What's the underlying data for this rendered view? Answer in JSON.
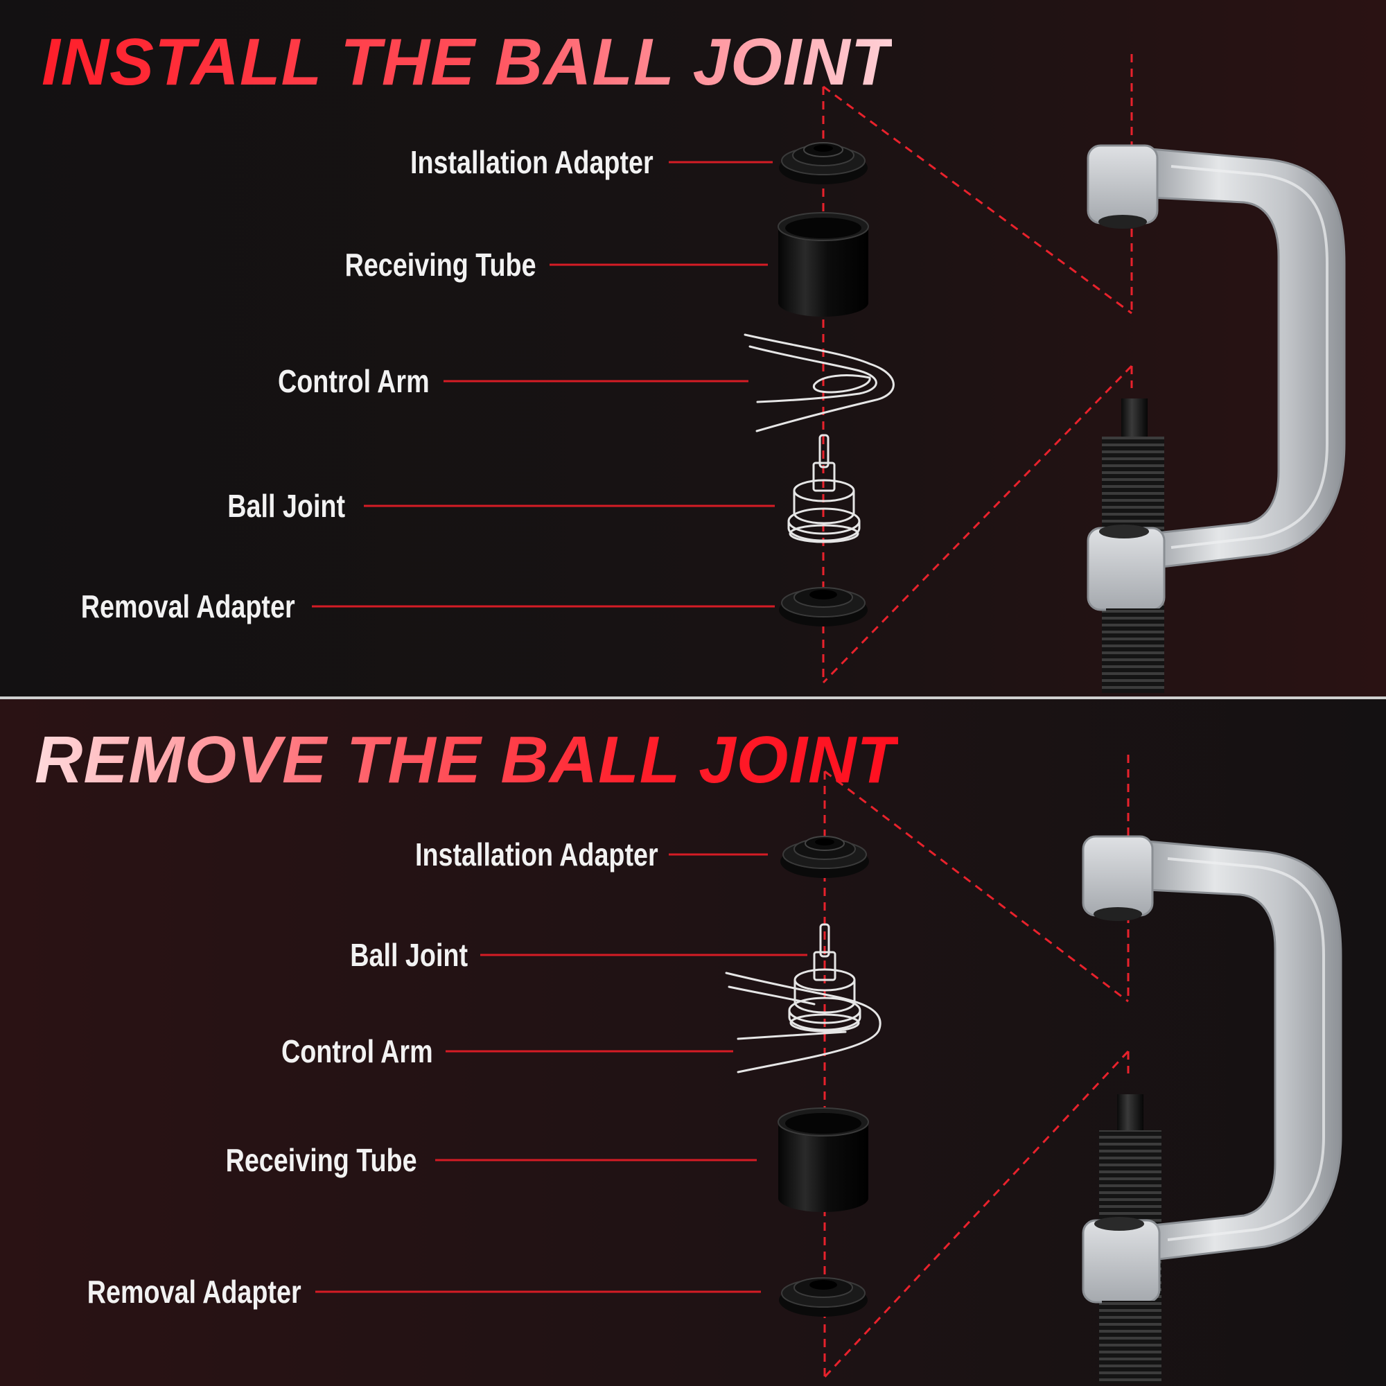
{
  "install": {
    "title": "INSTALL THE BALL JOINT",
    "labels": {
      "installation_adapter": "Installation Adapter",
      "receiving_tube": "Receiving Tube",
      "control_arm": "Control Arm",
      "ball_joint": "Ball Joint",
      "removal_adapter": "Removal Adapter"
    }
  },
  "remove": {
    "title": "REMOVE THE BALL JOINT",
    "labels": {
      "installation_adapter": "Installation Adapter",
      "ball_joint": "Ball Joint",
      "control_arm": "Control Arm",
      "receiving_tube": "Receiving Tube",
      "removal_adapter": "Removal Adapter"
    }
  },
  "colors": {
    "accent_red": "#e8222c",
    "leader_line": "#d51c25",
    "label_text": "#f2f2f2",
    "divider": "#cfcfcf",
    "press_frame": "#c9ccd0"
  },
  "icons": [
    "c-frame-press-icon",
    "installation-adapter-icon",
    "receiving-tube-icon",
    "control-arm-icon",
    "ball-joint-icon",
    "removal-adapter-icon"
  ]
}
